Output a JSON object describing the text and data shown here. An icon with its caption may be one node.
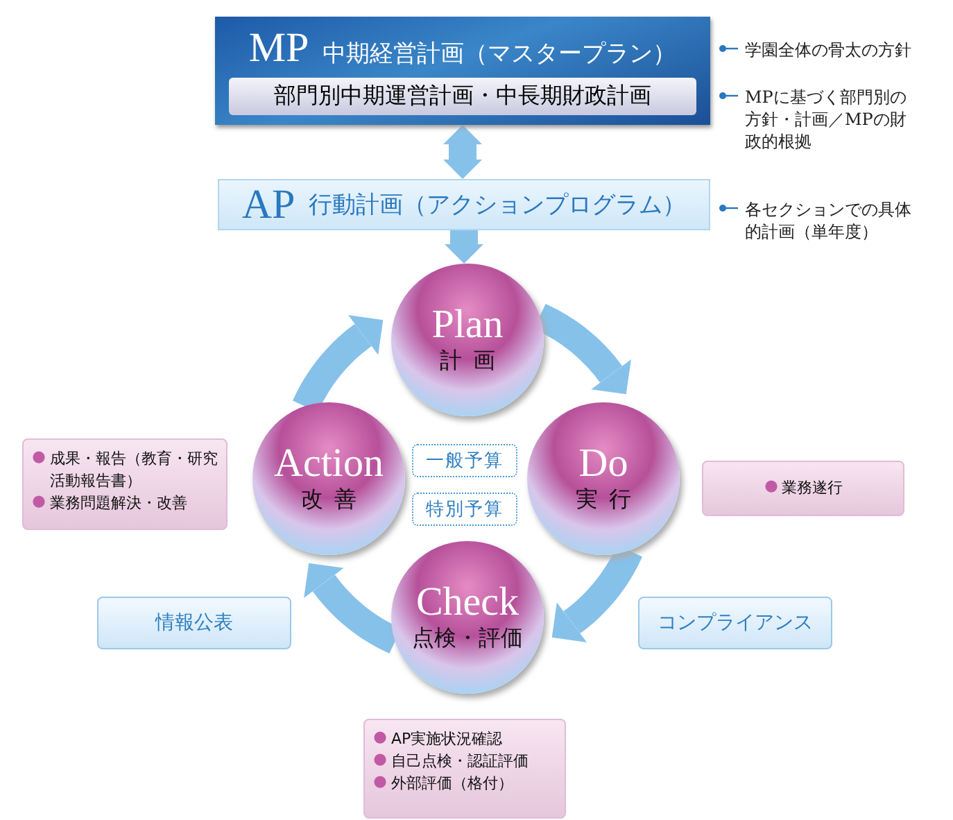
{
  "diagram": {
    "nodes": [
      {
        "text": [
          "MP",
          "中期経営計画（マスタープラン）"
        ],
        "beside": [
          "学園全体の骨太の方針"
        ]
      },
      {
        "text": [
          "部門別中期運営計画・中長期財政計画"
        ],
        "in": 0,
        "beside": [
          "MPに基づく部門別の方針・計画／MPの財政的根拠"
        ]
      },
      {
        "text": [
          "AP",
          "行動計画（アクションプログラム）"
        ],
        "beside": [
          "各セクションでの具体的計画（単年度）"
        ]
      },
      {
        "text": [
          "Plan",
          "計画"
        ]
      },
      {
        "text": [
          "Do",
          "実行"
        ]
      },
      {
        "text": [
          "Check",
          "点検・評価"
        ]
      },
      {
        "text": [
          "Action",
          "改善"
        ]
      },
      {
        "text": [
          "一般予算"
        ]
      },
      {
        "text": [
          "特別予算"
        ]
      },
      {
        "text": [
          "成果・報告（教育・研究活動報告書）",
          "業務問題解決・改善"
        ]
      },
      {
        "text": [
          "業務遂行"
        ]
      },
      {
        "text": [
          "情報公表"
        ]
      },
      {
        "text": [
          "コンプライアンス"
        ]
      },
      {
        "text": [
          "AP実施状況確認",
          "自己点検・認証評価",
          "外部評価（格付）"
        ]
      }
    ],
    "edges": [
      {
        "from": 0,
        "to": 2,
        "arrow": "both"
      },
      {
        "from": 2,
        "to": 3,
        "arrow": "to"
      },
      {
        "from": 3,
        "to": 4,
        "arrow": "to"
      },
      {
        "from": 4,
        "to": 5,
        "arrow": "to"
      },
      {
        "from": 5,
        "to": 6,
        "arrow": "to"
      },
      {
        "from": 6,
        "to": 3,
        "arrow": "to"
      }
    ]
  }
}
